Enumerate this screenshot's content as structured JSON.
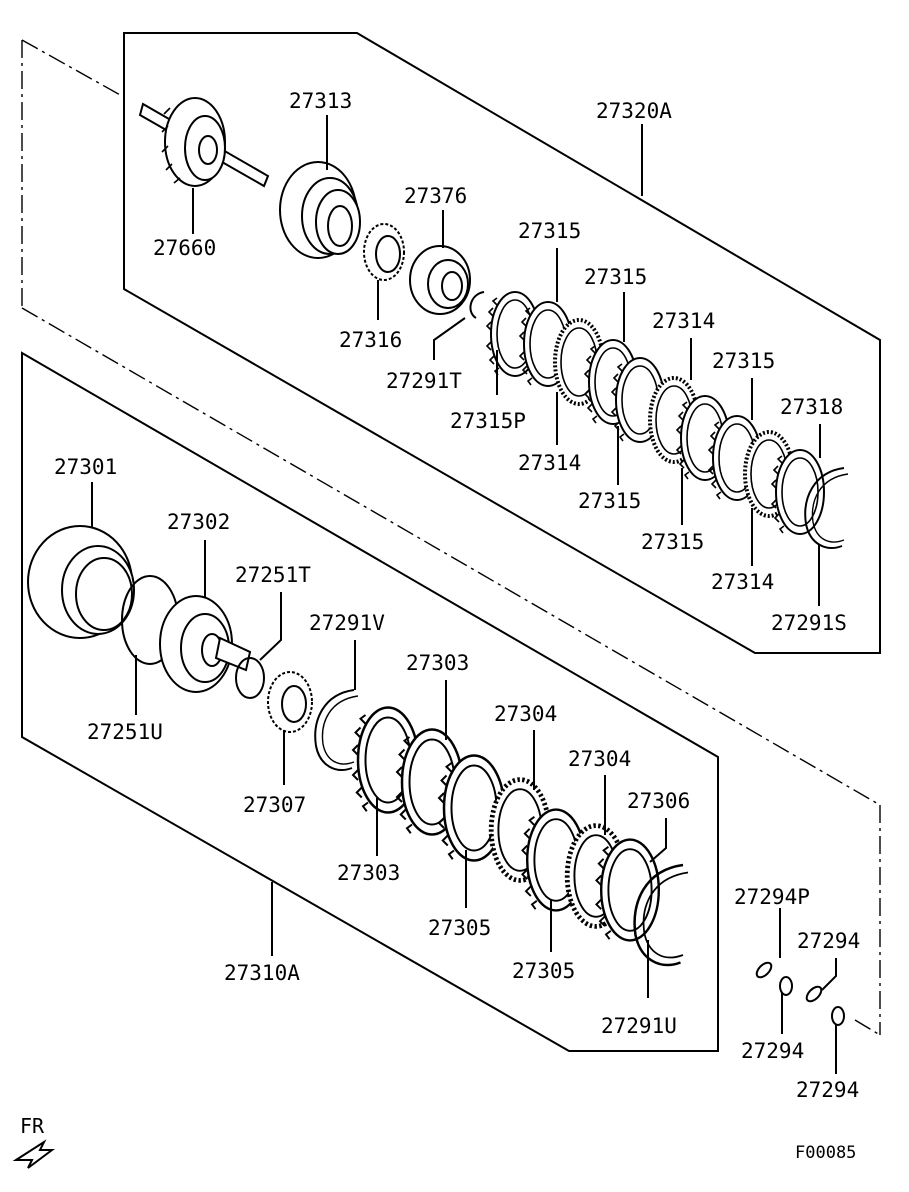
{
  "diagram": {
    "drawing_code": "F00085",
    "direction_label": "FR",
    "assembly_labels": {
      "upper": "27320A",
      "lower": "27310A"
    },
    "parts": [
      "27313",
      "27660",
      "27376",
      "27316",
      "27291T",
      "27315",
      "27315",
      "27314",
      "27315P",
      "27315",
      "27314",
      "27315",
      "27315",
      "27318",
      "27314",
      "27291S",
      "27301",
      "27302",
      "27251T",
      "27251U",
      "27291V",
      "27303",
      "27304",
      "27307",
      "27303",
      "27304",
      "27306",
      "27305",
      "27305",
      "27291U",
      "27294P",
      "27294",
      "27294",
      "27294"
    ]
  }
}
